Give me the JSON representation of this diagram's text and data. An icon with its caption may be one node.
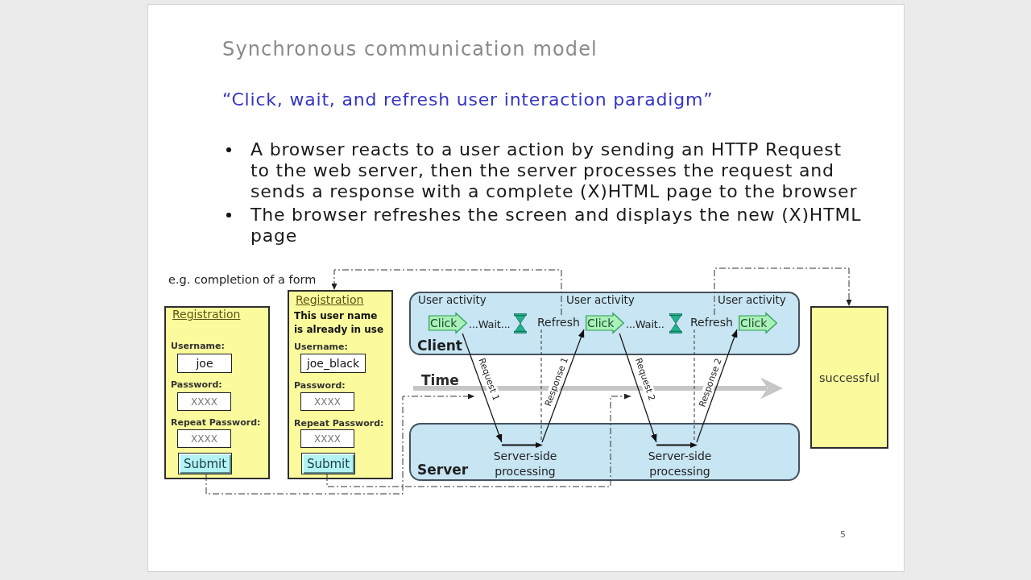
{
  "diagram": {
    "title": "Synchronous communication model",
    "nodes": [
      {
        "text": [
          "Registration",
          "Username:",
          "Password:",
          "Repeat Password:"
        ]
      },
      {
        "text": [
          "joe"
        ],
        "in": 0
      },
      {
        "text": [
          "XXXX"
        ],
        "in": 0
      },
      {
        "text": [
          "XXXX"
        ],
        "in": 0
      },
      {
        "text": [
          "Submit"
        ],
        "in": 0
      },
      {
        "text": [
          "Registration",
          "This user name is already in use",
          "Username:",
          "Password:",
          "Repeat Password:"
        ]
      },
      {
        "text": [
          "joe_black"
        ],
        "in": 5
      },
      {
        "text": [
          "XXXX"
        ],
        "in": 5
      },
      {
        "text": [
          "XXXX"
        ],
        "in": 5
      },
      {
        "text": [
          "Submit"
        ],
        "in": 5
      },
      {
        "text": [
          "User activity",
          "User activity",
          "User activity",
          "...Wait...",
          "...Wait..",
          "Client"
        ]
      },
      {
        "text": [
          "Click"
        ],
        "in": 10
      },
      {
        "text": [
          "Refresh"
        ],
        "in": 10
      },
      {
        "text": [
          "Click"
        ],
        "in": 10
      },
      {
        "text": [
          "Refresh"
        ],
        "in": 10
      },
      {
        "text": [
          "Click"
        ],
        "in": 10
      },
      {
        "text": [
          "Server"
        ]
      },
      {
        "text": [
          "Server-side processing"
        ],
        "in": 16
      },
      {
        "text": [
          "Server-side processing"
        ],
        "in": 16
      },
      {
        "text": [
          "successful"
        ]
      }
    ],
    "edges": [
      {
        "from": 11,
        "to": 17,
        "arrow": "to",
        "label": "Request 1"
      },
      {
        "from": 17,
        "to": 12,
        "arrow": "to",
        "label": "Response 1"
      },
      {
        "from": 13,
        "to": 18,
        "arrow": "to",
        "label": "Request 2"
      },
      {
        "from": 18,
        "to": 14,
        "arrow": "to",
        "label": "Response 2"
      },
      {
        "from": 12,
        "to": 17,
        "arrow": "none",
        "style": "dashed"
      },
      {
        "from": 14,
        "to": 18,
        "arrow": "none",
        "style": "dashed"
      },
      {
        "from": 12,
        "to": 5,
        "arrow": "to",
        "style": "dashed"
      },
      {
        "from": 14,
        "to": 19,
        "arrow": "to",
        "style": "dashed"
      },
      {
        "from": 4,
        "to": null,
        "arrow": "to",
        "style": "dashed"
      },
      {
        "from": 9,
        "to": null,
        "arrow": "to",
        "style": "dashed"
      }
    ],
    "labels": [
      "“Click, wait, and refresh user interaction paradigm”",
      "A browser reacts to a user action by sending an HTTP Request to the web server, then the server processes the request and sends a response with a complete (X)HTML page to the browser",
      "The browser refreshes the screen and displays the new (X)HTML page",
      "e.g. completion of a form",
      "Time",
      "5"
    ]
  }
}
